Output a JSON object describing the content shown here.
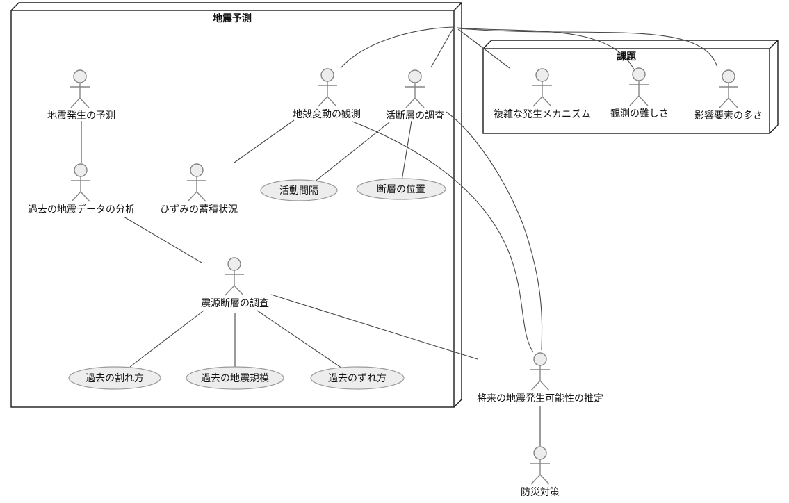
{
  "diagram": {
    "type": "uml-usecase-diagram",
    "containers": [
      {
        "title": "地震予測"
      },
      {
        "title": "課題"
      }
    ],
    "actors": [
      {
        "label": "地震発生の予測"
      },
      {
        "label": "過去の地震データの分析"
      },
      {
        "label": "ひずみの蓄積状況"
      },
      {
        "label": "地殻変動の観測"
      },
      {
        "label": "活断層の調査"
      },
      {
        "label": "震源断層の調査"
      },
      {
        "label": "将来の地震発生可能性の推定"
      },
      {
        "label": "防災対策"
      },
      {
        "label": "複雑な発生メカニズム"
      },
      {
        "label": "観測の難しさ"
      },
      {
        "label": "影響要素の多さ"
      }
    ],
    "usecases": [
      {
        "label": "活動間隔"
      },
      {
        "label": "断層の位置"
      },
      {
        "label": "過去の割れ方"
      },
      {
        "label": "過去の地震規模"
      },
      {
        "label": "過去のずれ方"
      }
    ],
    "relationships": [
      {
        "from": "地震発生の予測",
        "to": "過去の地震データの分析"
      },
      {
        "from": "過去の地震データの分析",
        "to": "震源断層の調査"
      },
      {
        "from": "地殻変動の観測",
        "to": "ひずみの蓄積状況"
      },
      {
        "from": "地殻変動の観測",
        "to": "地震予測"
      },
      {
        "from": "活断層の調査",
        "to": "地震予測"
      },
      {
        "from": "地震予測",
        "to": "複雑な発生メカニズム"
      },
      {
        "from": "地震予測",
        "to": "観測の難しさ"
      },
      {
        "from": "地震予測",
        "to": "影響要素の多さ"
      },
      {
        "from": "地殻変動の観測",
        "to": "将来の地震発生可能性の推定"
      },
      {
        "from": "活断層の調査",
        "to": "将来の地震発生可能性の推定"
      },
      {
        "from": "震源断層の調査",
        "to": "将来の地震発生可能性の推定"
      },
      {
        "from": "活断層の調査",
        "to": "活動間隔"
      },
      {
        "from": "活断層の調査",
        "to": "断層の位置"
      },
      {
        "from": "震源断層の調査",
        "to": "過去の割れ方"
      },
      {
        "from": "震源断層の調査",
        "to": "過去の地震規模"
      },
      {
        "from": "震源断層の調査",
        "to": "過去のずれ方"
      },
      {
        "from": "将来の地震発生可能性の推定",
        "to": "防災対策"
      }
    ],
    "colors": {
      "background": "#ffffff",
      "container_border": "#1b1b1b",
      "connector": "#474747",
      "shape_fill": "#ededed",
      "shape_stroke": "#9a9a9a",
      "actor_stroke": "#858585",
      "text": "#111111"
    }
  }
}
